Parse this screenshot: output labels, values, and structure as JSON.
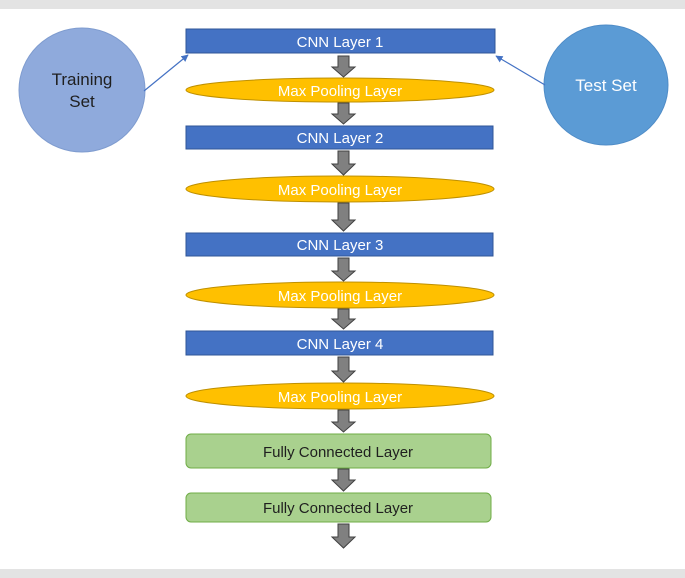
{
  "inputs": {
    "training_set": {
      "line1": "Training",
      "line2": "Set"
    },
    "test_set": {
      "label": "Test Set"
    }
  },
  "layers": [
    {
      "type": "cnn",
      "label": "CNN Layer 1"
    },
    {
      "type": "pool",
      "label": "Max Pooling Layer"
    },
    {
      "type": "cnn",
      "label": "CNN Layer 2"
    },
    {
      "type": "pool",
      "label": "Max Pooling Layer"
    },
    {
      "type": "cnn",
      "label": "CNN Layer 3"
    },
    {
      "type": "pool",
      "label": "Max Pooling Layer"
    },
    {
      "type": "cnn",
      "label": "CNN Layer 4"
    },
    {
      "type": "pool",
      "label": "Max Pooling Layer"
    },
    {
      "type": "fc",
      "label": "Fully Connected Layer"
    },
    {
      "type": "fc",
      "label": "Fully Connected Layer"
    }
  ],
  "colors": {
    "cnn_fill": "#4472c4",
    "cnn_stroke": "#2f5597",
    "pool_fill": "#ffc000",
    "pool_stroke": "#bf9000",
    "pool_text": "#ffffff",
    "fc_fill": "#a9d18e",
    "fc_stroke": "#70ad47",
    "fc_text": "#1f1f1f",
    "arrow_fill": "#808080",
    "arrow_stroke": "#404040",
    "training_fill": "#8faadc",
    "test_fill": "#5b9bd5",
    "connector": "#4472c4"
  }
}
